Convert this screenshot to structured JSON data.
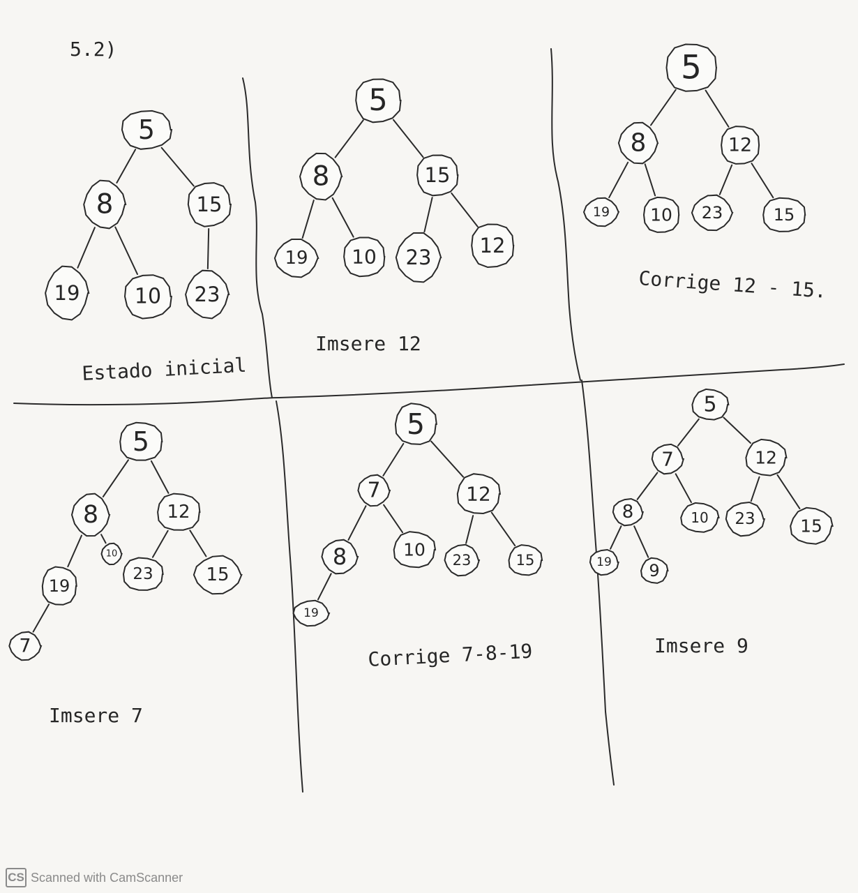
{
  "header": "5.2)",
  "panels": [
    {
      "caption": "Estado inicial",
      "nodes": [
        {
          "id": "a",
          "label": "5"
        },
        {
          "id": "b",
          "label": "8"
        },
        {
          "id": "c",
          "label": "15"
        },
        {
          "id": "d",
          "label": "19"
        },
        {
          "id": "e",
          "label": "10"
        },
        {
          "id": "f",
          "label": "23"
        }
      ],
      "edges": [
        [
          "a",
          "b"
        ],
        [
          "a",
          "c"
        ],
        [
          "b",
          "d"
        ],
        [
          "b",
          "e"
        ],
        [
          "c",
          "f"
        ]
      ]
    },
    {
      "caption": "Imsere 12",
      "nodes": [
        {
          "id": "a",
          "label": "5"
        },
        {
          "id": "b",
          "label": "8"
        },
        {
          "id": "c",
          "label": "15"
        },
        {
          "id": "d",
          "label": "19"
        },
        {
          "id": "e",
          "label": "10"
        },
        {
          "id": "f",
          "label": "23"
        },
        {
          "id": "g",
          "label": "12"
        }
      ],
      "edges": [
        [
          "a",
          "b"
        ],
        [
          "a",
          "c"
        ],
        [
          "b",
          "d"
        ],
        [
          "b",
          "e"
        ],
        [
          "c",
          "f"
        ],
        [
          "c",
          "g"
        ]
      ]
    },
    {
      "caption": "Corrige 12 - 15.",
      "nodes": [
        {
          "id": "a",
          "label": "5"
        },
        {
          "id": "b",
          "label": "8"
        },
        {
          "id": "c",
          "label": "12"
        },
        {
          "id": "d",
          "label": "19"
        },
        {
          "id": "e",
          "label": "10"
        },
        {
          "id": "f",
          "label": "23"
        },
        {
          "id": "g",
          "label": "15"
        }
      ],
      "edges": [
        [
          "a",
          "b"
        ],
        [
          "a",
          "c"
        ],
        [
          "b",
          "d"
        ],
        [
          "b",
          "e"
        ],
        [
          "c",
          "f"
        ],
        [
          "c",
          "g"
        ]
      ]
    },
    {
      "caption": "Imsere 7",
      "nodes": [
        {
          "id": "a",
          "label": "5"
        },
        {
          "id": "b",
          "label": "8"
        },
        {
          "id": "c",
          "label": "12"
        },
        {
          "id": "e",
          "label": "10"
        },
        {
          "id": "f",
          "label": "23"
        },
        {
          "id": "g",
          "label": "15"
        },
        {
          "id": "d",
          "label": "19"
        },
        {
          "id": "h",
          "label": "7"
        }
      ],
      "edges": [
        [
          "a",
          "b"
        ],
        [
          "a",
          "c"
        ],
        [
          "b",
          "d"
        ],
        [
          "b",
          "e"
        ],
        [
          "c",
          "f"
        ],
        [
          "c",
          "g"
        ],
        [
          "d",
          "h"
        ]
      ]
    },
    {
      "caption": "Corrige 7-8-19",
      "nodes": [
        {
          "id": "a",
          "label": "5"
        },
        {
          "id": "b",
          "label": "7"
        },
        {
          "id": "c",
          "label": "12"
        },
        {
          "id": "d",
          "label": "8"
        },
        {
          "id": "e",
          "label": "10"
        },
        {
          "id": "f",
          "label": "23"
        },
        {
          "id": "g",
          "label": "15"
        },
        {
          "id": "h",
          "label": "19"
        }
      ],
      "edges": [
        [
          "a",
          "b"
        ],
        [
          "a",
          "c"
        ],
        [
          "b",
          "d"
        ],
        [
          "b",
          "e"
        ],
        [
          "c",
          "f"
        ],
        [
          "c",
          "g"
        ],
        [
          "d",
          "h"
        ]
      ]
    },
    {
      "caption": "Imsere 9",
      "nodes": [
        {
          "id": "a",
          "label": "5"
        },
        {
          "id": "b",
          "label": "7"
        },
        {
          "id": "c",
          "label": "12"
        },
        {
          "id": "d",
          "label": "8"
        },
        {
          "id": "e",
          "label": "10"
        },
        {
          "id": "f",
          "label": "23"
        },
        {
          "id": "g",
          "label": "15"
        },
        {
          "id": "h",
          "label": "19"
        },
        {
          "id": "i",
          "label": "9"
        }
      ],
      "edges": [
        [
          "a",
          "b"
        ],
        [
          "a",
          "c"
        ],
        [
          "b",
          "d"
        ],
        [
          "b",
          "e"
        ],
        [
          "c",
          "f"
        ],
        [
          "c",
          "g"
        ],
        [
          "d",
          "h"
        ],
        [
          "d",
          "i"
        ]
      ]
    }
  ],
  "footer": {
    "logo": "CS",
    "text": "Scanned with CamScanner"
  }
}
